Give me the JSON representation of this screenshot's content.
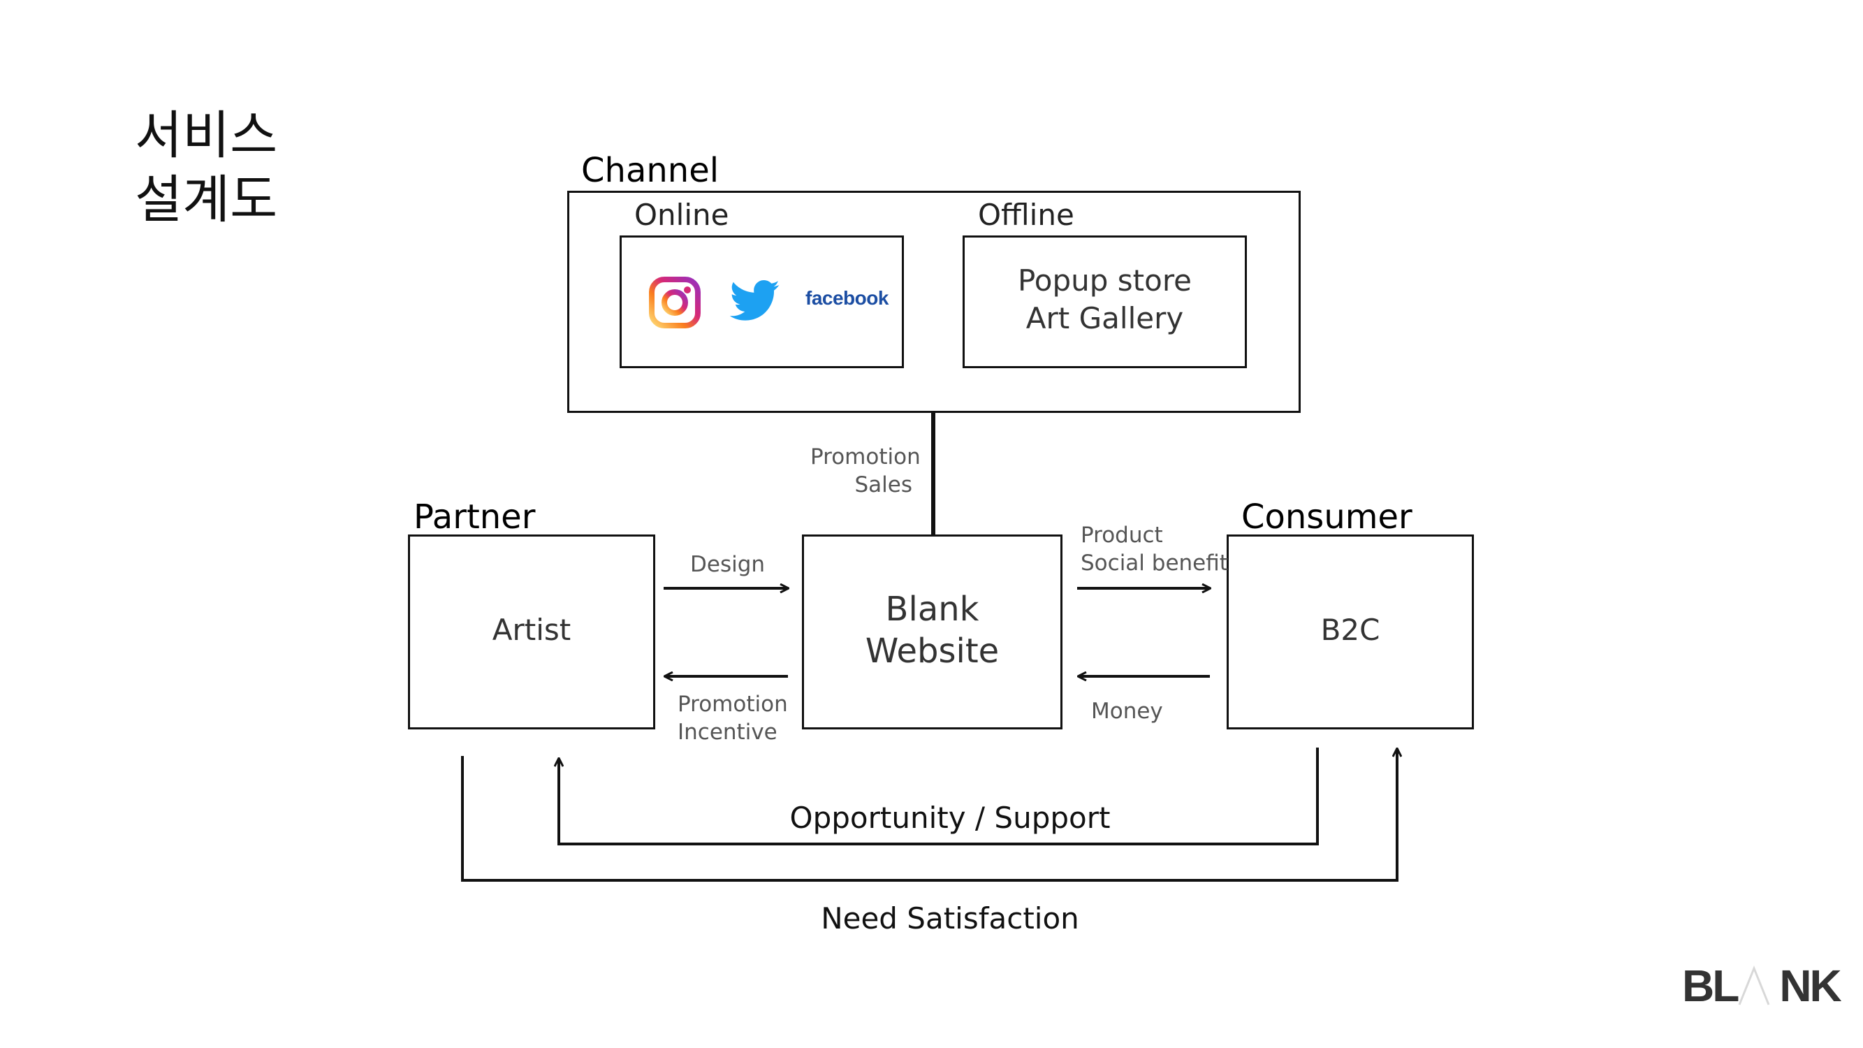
{
  "page": {
    "title_line1": "서비스",
    "title_line2": "설계도"
  },
  "channel": {
    "title": "Channel",
    "online": {
      "title": "Online",
      "icons": [
        "instagram-icon",
        "twitter-icon",
        "facebook-wordmark"
      ],
      "facebook_text": "facebook"
    },
    "offline": {
      "title": "Offline",
      "line1": "Popup store",
      "line2": "Art Gallery"
    },
    "link_line1": "Promotion",
    "link_line2": "Sales"
  },
  "partner": {
    "title": "Partner",
    "box_label": "Artist"
  },
  "center": {
    "line1": "Blank",
    "line2": "Website"
  },
  "consumer": {
    "title": "Consumer",
    "box_label": "B2C"
  },
  "flows": {
    "design": "Design",
    "promotion": "Promotion",
    "incentive": "Incentive",
    "product": "Product",
    "social_benefit": "Social benefit",
    "money": "Money"
  },
  "loops": {
    "opportunity": "Opportunity / Support",
    "need": "Need Satisfaction"
  },
  "logo": {
    "left": "BL",
    "right": "NK"
  },
  "colors": {
    "line": "#111111",
    "facebook": "#1c4ea3",
    "twitter": "#1da1f2",
    "instagram_start": "#feda75",
    "instagram_mid": "#d62976",
    "instagram_end": "#962fbf"
  }
}
